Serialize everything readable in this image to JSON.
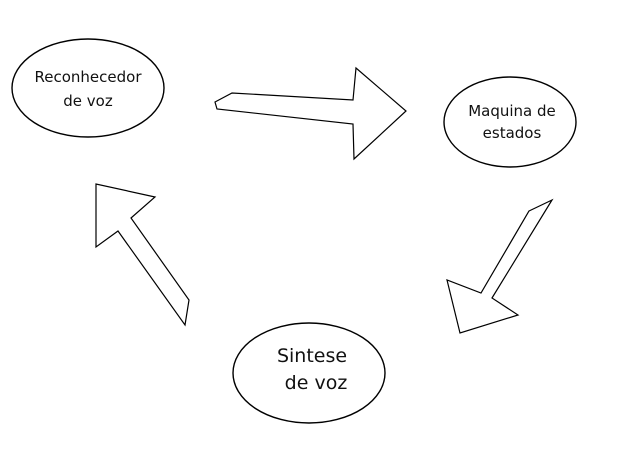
{
  "nodes": [
    {
      "id": "recognizer",
      "lines": [
        "Reconhecedor",
        "de voz"
      ]
    },
    {
      "id": "state-machine",
      "lines": [
        "Maquina de",
        "estados"
      ]
    },
    {
      "id": "synthesis",
      "lines": [
        "Sintese",
        "de voz"
      ]
    }
  ],
  "edges": [
    {
      "from": "recognizer",
      "to": "state-machine"
    },
    {
      "from": "state-machine",
      "to": "synthesis"
    },
    {
      "from": "synthesis",
      "to": "recognizer"
    }
  ],
  "colors": {
    "stroke": "#000000",
    "fill": "#ffffff",
    "text": "#111111"
  }
}
